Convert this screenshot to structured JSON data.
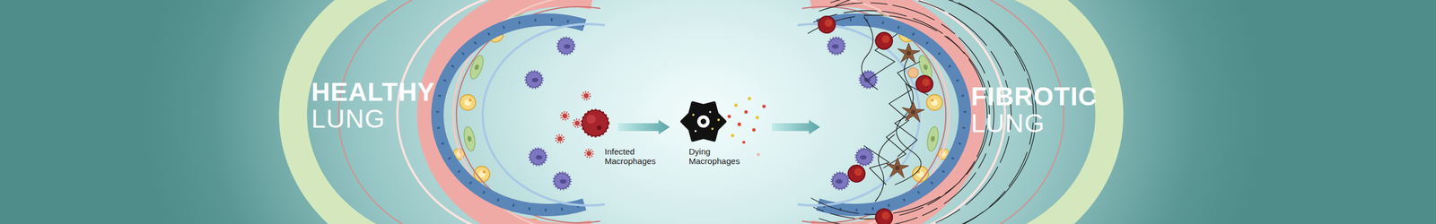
{
  "diagram": {
    "nodes": [
      {
        "text": [
          "Infected Macrophages"
        ]
      },
      {
        "text": [
          "Dying Macrophages"
        ]
      },
      {
        "text": [
          "FIBROTIC",
          "LUNG"
        ]
      }
    ],
    "edges": [
      {
        "from": 0,
        "to": 1,
        "arrow": "to"
      },
      {
        "from": 1,
        "to": 2,
        "arrow": "to"
      }
    ],
    "labels": [
      "HEALTHY",
      "LUNG"
    ]
  }
}
